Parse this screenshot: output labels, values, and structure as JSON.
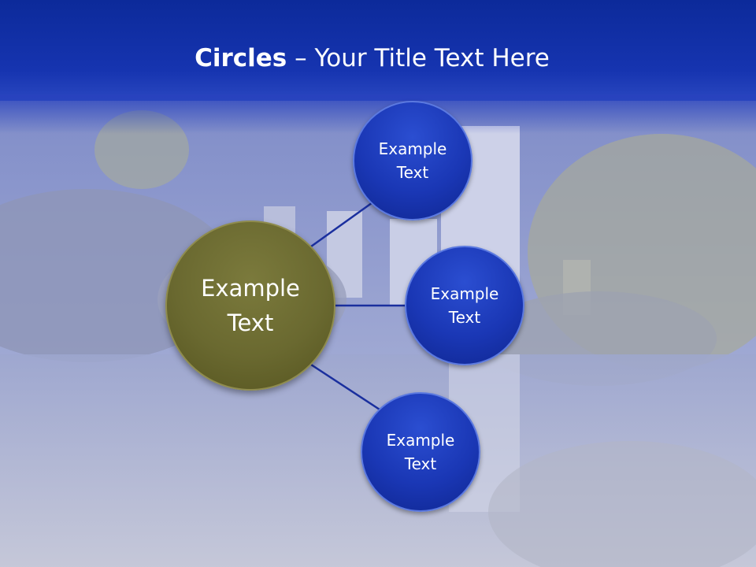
{
  "title": {
    "bold_part": "Circles",
    "rest_part": " – Your Title Text Here"
  },
  "center_circle": {
    "label": "Example Text",
    "color": "#6a6930"
  },
  "satellites": [
    {
      "label": "Example Text",
      "color": "#1a37b5"
    },
    {
      "label": "Example Text",
      "color": "#1a37b5"
    },
    {
      "label": "Example Text",
      "color": "#1a37b5"
    }
  ],
  "colors": {
    "title_bar": "#1634b0",
    "connector": "#1a2f9e"
  }
}
